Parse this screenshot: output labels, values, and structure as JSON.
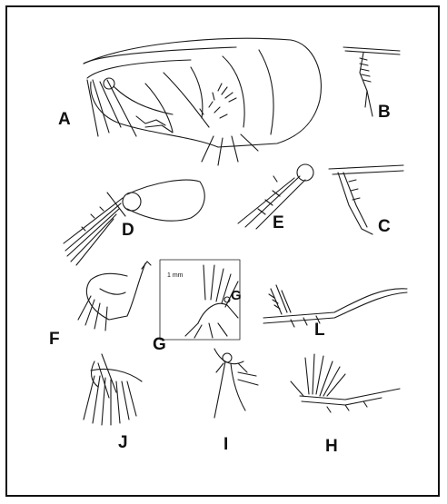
{
  "figure": {
    "panel_labels": {
      "A": "A",
      "B": "B",
      "C": "C",
      "D": "D",
      "E": "E",
      "F": "F",
      "G": "G",
      "H": "H",
      "I": "I",
      "J": "J",
      "L": "L"
    },
    "inset_symbol": "G",
    "inset_scale_text": "1 mm"
  },
  "colors": {
    "ink": "#1a1a1a",
    "border": "#111111",
    "paper": "#ffffff"
  }
}
